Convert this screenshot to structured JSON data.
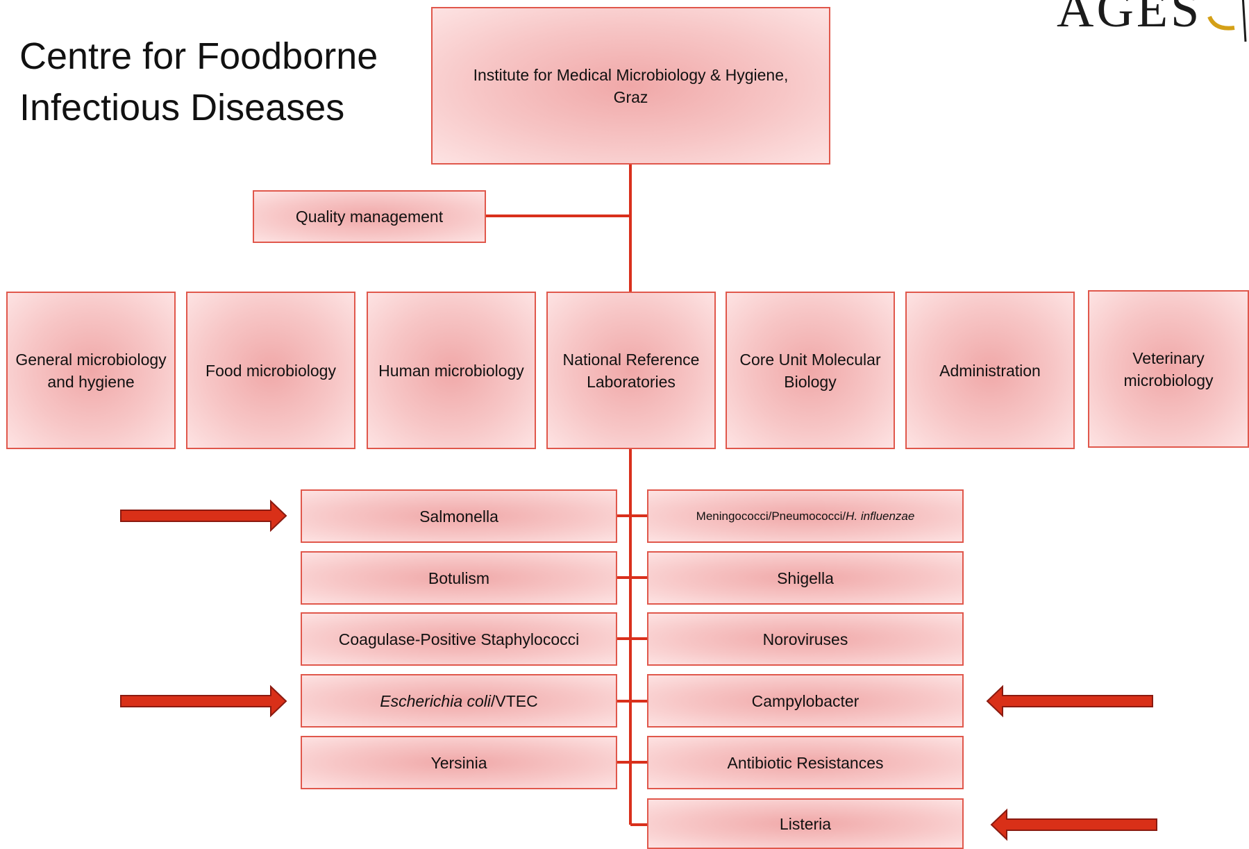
{
  "title": {
    "line1": "Centre for Foodborne",
    "line2": "Infectious Diseases"
  },
  "logo": {
    "text": "AGES"
  },
  "root": {
    "line1": "Institute for Medical Microbiology & Hygiene,",
    "line2": "Graz"
  },
  "quality": "Quality management",
  "departments": [
    {
      "id": "general",
      "label": "General microbiology and hygiene"
    },
    {
      "id": "food",
      "label": "Food microbiology"
    },
    {
      "id": "human",
      "label": "Human microbiology"
    },
    {
      "id": "nrl",
      "label": "National Reference Laboratories"
    },
    {
      "id": "core",
      "label": "Core Unit Molecular Biology"
    },
    {
      "id": "admin",
      "label": "Administration"
    },
    {
      "id": "vet",
      "label": "Veterinary microbiology"
    }
  ],
  "left_labs": [
    {
      "label": "Salmonella"
    },
    {
      "label": "Botulism"
    },
    {
      "label": "Coagulase-Positive Staphylococci"
    },
    {
      "label_italic": "Escherichia coli",
      "label_rest": "/VTEC"
    },
    {
      "label": "Yersinia"
    }
  ],
  "right_labs": [
    {
      "label_pre": "Meningococci/Pneumococci/",
      "label_italic": "H. influenzae"
    },
    {
      "label": "Shigella"
    },
    {
      "label": "Noroviruses"
    },
    {
      "label": "Campylobacter"
    },
    {
      "label": "Antibiotic Resistances"
    },
    {
      "label": "Listeria"
    }
  ],
  "highlighted": [
    "Salmonella",
    "Escherichia coli/VTEC",
    "Campylobacter",
    "Listeria"
  ],
  "colors": {
    "connector": "#d9301c",
    "box_border": "#e0574b",
    "box_fill": "#f5bcbc",
    "arrow_fill": "#d93018",
    "arrow_outline": "#8a1a10",
    "logo_accent": "#d4a017"
  }
}
